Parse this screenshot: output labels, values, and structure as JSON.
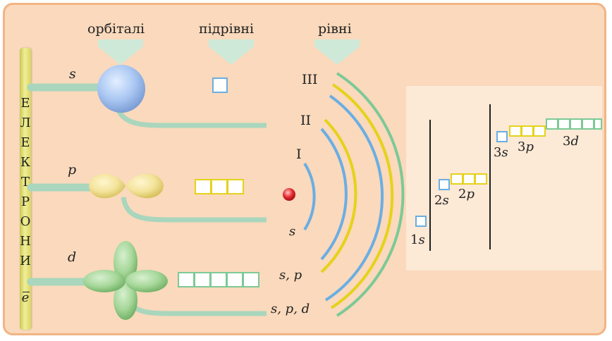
{
  "headers": {
    "orbitals": "орбіталі",
    "sublevels": "підрівні",
    "levels": "рівні"
  },
  "vertical_label": {
    "letters": [
      "Е",
      "Л",
      "Е",
      "К",
      "Т",
      "Р",
      "О",
      "Н",
      "И"
    ],
    "electron_symbol": "e"
  },
  "orbitals": {
    "s": "s",
    "p": "p",
    "d": "d"
  },
  "levels": {
    "I": "I",
    "II": "II",
    "III": "III"
  },
  "level_sublevels": {
    "first": "s",
    "second": "s, p",
    "third": "s, p, d"
  },
  "energy_diagram": {
    "s1": "1s",
    "s2": "2s",
    "p2": "2p",
    "s3": "3s",
    "p3": "3p",
    "d3": "3d"
  },
  "colors": {
    "frame_border": "#f2b483",
    "background": "#fad9bc",
    "s_color": "#6aaee3",
    "p_color": "#e5d21a",
    "d_color": "#7dc996",
    "arrow_color": "#cfe9d9",
    "nucleus": "#e3262d"
  }
}
